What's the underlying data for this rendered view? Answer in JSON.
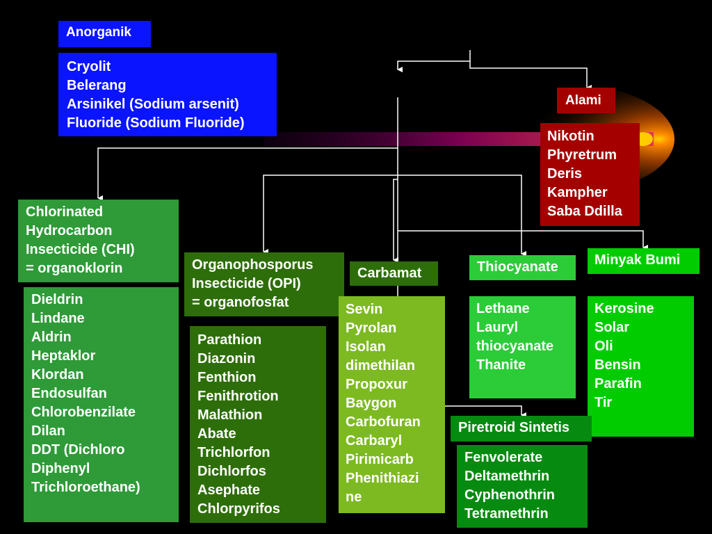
{
  "anorganik": {
    "title": "Anorganik",
    "items": [
      "Cryolit",
      "Belerang",
      "Arsinikel (Sodium arsenit)",
      "Fluoride (Sodium Fluoride)"
    ]
  },
  "alami": {
    "title": "Alami",
    "items": [
      "Nikotin",
      "Phyretrum",
      "Deris",
      "Kampher",
      "Saba Ddilla"
    ]
  },
  "chi": {
    "title_lines": [
      "Chlorinated",
      "Hydrocarbon",
      "Insecticide (CHI)",
      "= organoklorin"
    ],
    "items": [
      "Dieldrin",
      "Lindane",
      "Aldrin",
      "Heptaklor",
      "Klordan",
      "Endosulfan",
      "Chlorobenzilate",
      "Dilan",
      "DDT (Dichloro",
      "Diphenyl",
      "Trichloroethane)"
    ]
  },
  "opi": {
    "title_lines": [
      "Organophosporus",
      "Insecticide (OPI)",
      "= organofosfat"
    ],
    "items": [
      "Parathion",
      "Diazonin",
      "Fenthion",
      "Fenithrotion",
      "Malathion",
      "Abate",
      "Trichlorfon",
      "Dichlorfos",
      "Asephate",
      "Chlorpyrifos"
    ]
  },
  "carbamat": {
    "title": "Carbamat",
    "items": [
      "Sevin",
      "Pyrolan",
      "Isolan",
      "dimethilan",
      "Propoxur",
      "Baygon",
      "Carbofuran",
      "Carbaryl",
      "Pirimicarb",
      "Phenithiazi",
      "ne"
    ]
  },
  "thiocyanate": {
    "title": "Thiocyanate",
    "items": [
      "Lethane",
      "Lauryl",
      "thiocyanate",
      "Thanite"
    ]
  },
  "minyak": {
    "title": "Minyak Bumi",
    "items": [
      "Kerosine",
      "Solar",
      "Oli",
      "Bensin",
      "Parafin",
      "Tir"
    ]
  },
  "piretroid": {
    "title": "Piretroid Sintetis",
    "items": [
      "Fenvolerate",
      "Deltamethrin",
      "Cyphenothrin",
      "Tetramethrin"
    ]
  },
  "colors": {
    "background": "#000000",
    "blue": "#0a14ff",
    "red": "#a50000",
    "connector": "#ffffff",
    "glow": "#ff9a00"
  }
}
